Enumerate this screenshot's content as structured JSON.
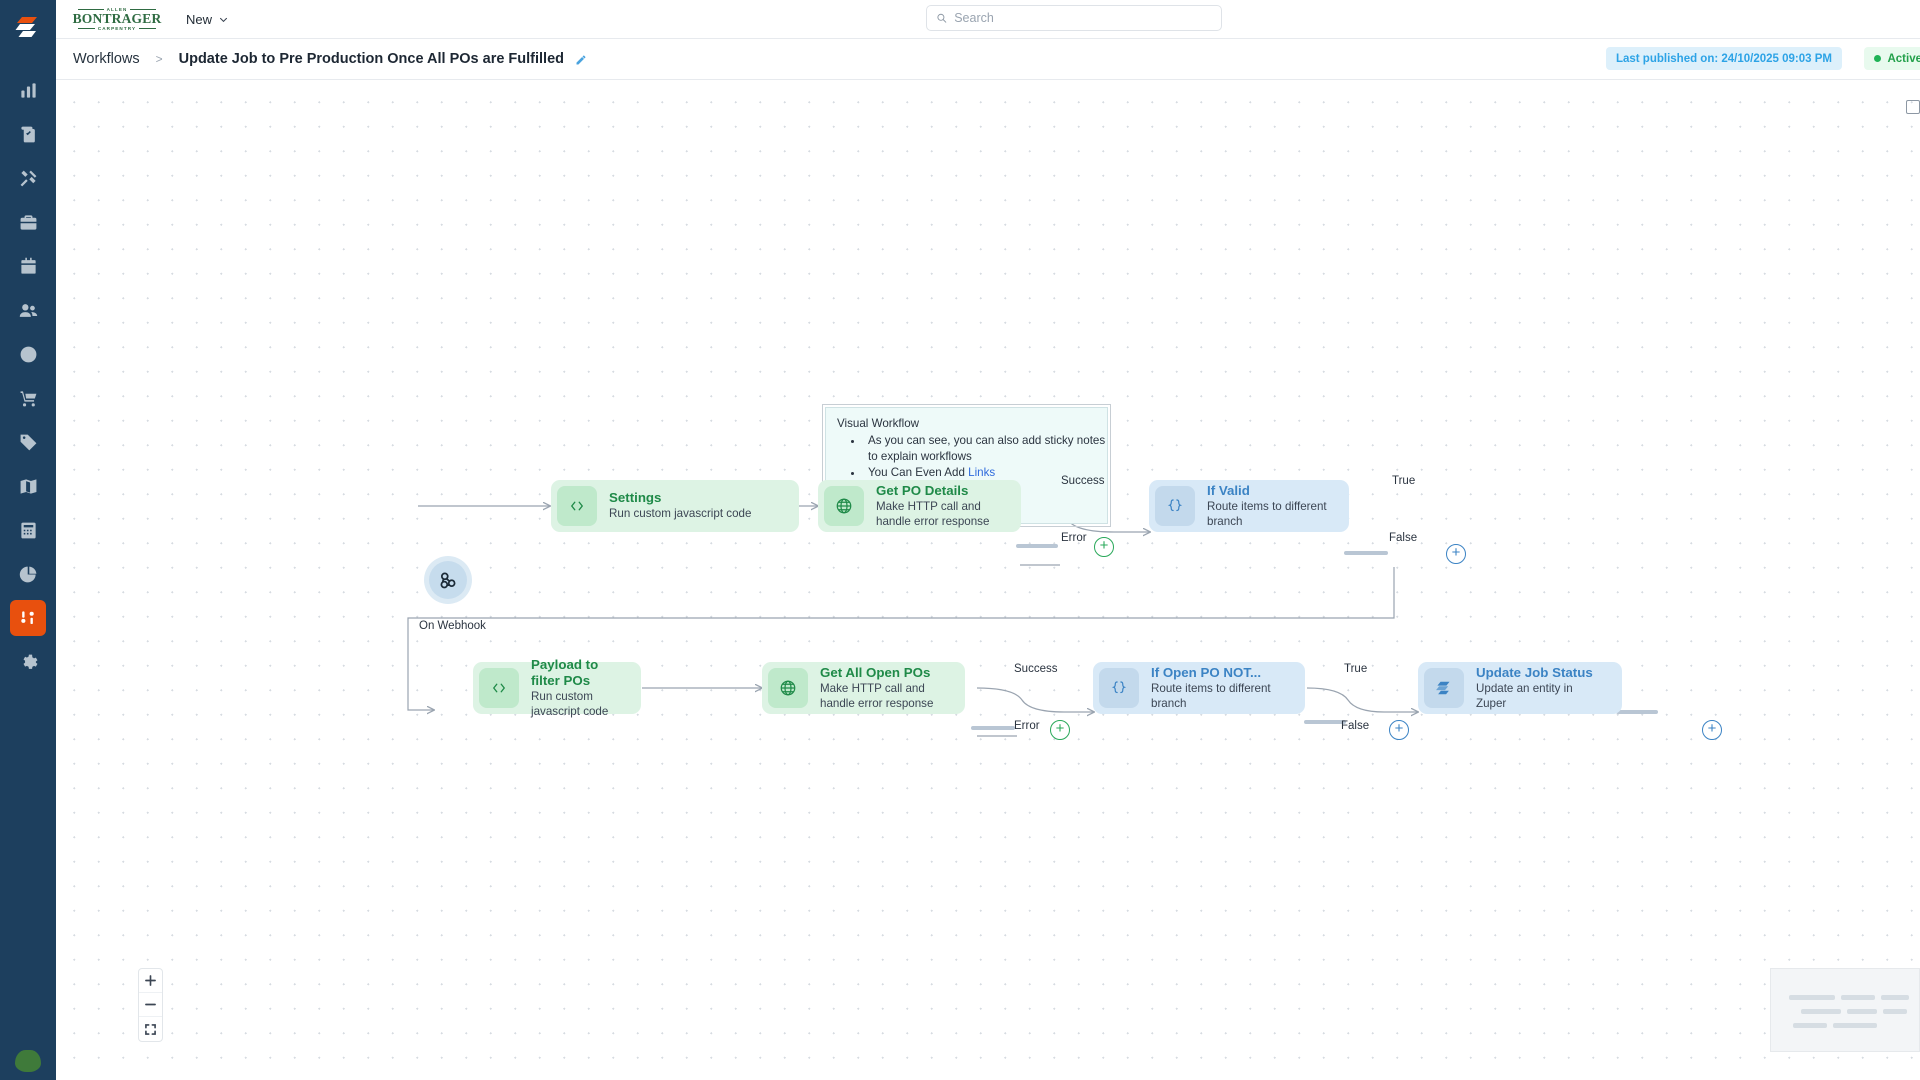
{
  "app": {
    "brand": {
      "top": "ALLEN",
      "mid": "BONTRAGER",
      "bottom": "CARPENTRY"
    },
    "new_label": "New"
  },
  "search": {
    "placeholder": "Search",
    "value": ""
  },
  "breadcrumb": {
    "root": "Workflows",
    "separator": ">",
    "title": "Update Job to Pre Production Once All POs are Fulfilled"
  },
  "header_status": {
    "published_label": "Last published on: 24/10/2025 09:03 PM",
    "active_label": "Active",
    "active_color": "#22a04a",
    "published_color": "#2da3e6"
  },
  "sidebar": {
    "items": [
      {
        "name": "dashboard",
        "icon": "chart-bar-icon"
      },
      {
        "name": "jobs",
        "icon": "clipboard-check-icon"
      },
      {
        "name": "service",
        "icon": "tools-icon"
      },
      {
        "name": "projects",
        "icon": "briefcase-icon"
      },
      {
        "name": "scheduling",
        "icon": "calendar-icon"
      },
      {
        "name": "customers",
        "icon": "people-icon"
      },
      {
        "name": "timesheets",
        "icon": "clock-icon"
      },
      {
        "name": "purchase",
        "icon": "cart-icon"
      },
      {
        "name": "pricing",
        "icon": "tag-icon"
      },
      {
        "name": "map",
        "icon": "map-icon"
      },
      {
        "name": "estimates",
        "icon": "calculator-icon"
      },
      {
        "name": "reports",
        "icon": "pie-chart-icon"
      },
      {
        "name": "workflows",
        "icon": "workflow-icon",
        "active": true
      },
      {
        "name": "settings",
        "icon": "gear-icon"
      }
    ]
  },
  "sticky_note": {
    "title": "Visual Workflow",
    "bullets": [
      "As you can see, you can also add sticky notes to explain workflows",
      "You Can Even Add "
    ],
    "link_text": "Links",
    "link_color": "#2f6bdd"
  },
  "canvas": {
    "trigger": {
      "label": "On Webhook",
      "icon": "webhook-icon"
    },
    "nodes": [
      {
        "id": "settings",
        "title": "Settings",
        "subtitle": "Run custom javascript code",
        "icon": "code-icon",
        "color": "green"
      },
      {
        "id": "get-po-details",
        "title": "Get PO Details",
        "subtitle": "Make HTTP call and handle error response",
        "icon": "globe-icon",
        "color": "green"
      },
      {
        "id": "if-valid",
        "title": "If Valid",
        "subtitle": "Route items to different branch",
        "icon": "braces-icon",
        "color": "blue"
      },
      {
        "id": "payload-filter",
        "title": "Payload to filter POs",
        "subtitle": "Run custom javascript code",
        "icon": "code-icon",
        "color": "green"
      },
      {
        "id": "get-all-open-pos",
        "title": "Get All Open POs",
        "subtitle": "Make HTTP call and handle error response",
        "icon": "globe-icon",
        "color": "green"
      },
      {
        "id": "if-open-po-not",
        "title": "If Open PO NOT...",
        "subtitle": "Route items to different branch",
        "icon": "braces-icon",
        "color": "blue"
      },
      {
        "id": "update-job-status",
        "title": "Update Job Status",
        "subtitle": "Update an entity in Zuper",
        "icon": "zuper-icon",
        "color": "blue"
      }
    ],
    "branch_labels": {
      "success": "Success",
      "error": "Error",
      "true": "True",
      "false": "False"
    },
    "zoom_controls": {
      "in": "+",
      "out": "−",
      "fit": "fit-screen"
    }
  }
}
